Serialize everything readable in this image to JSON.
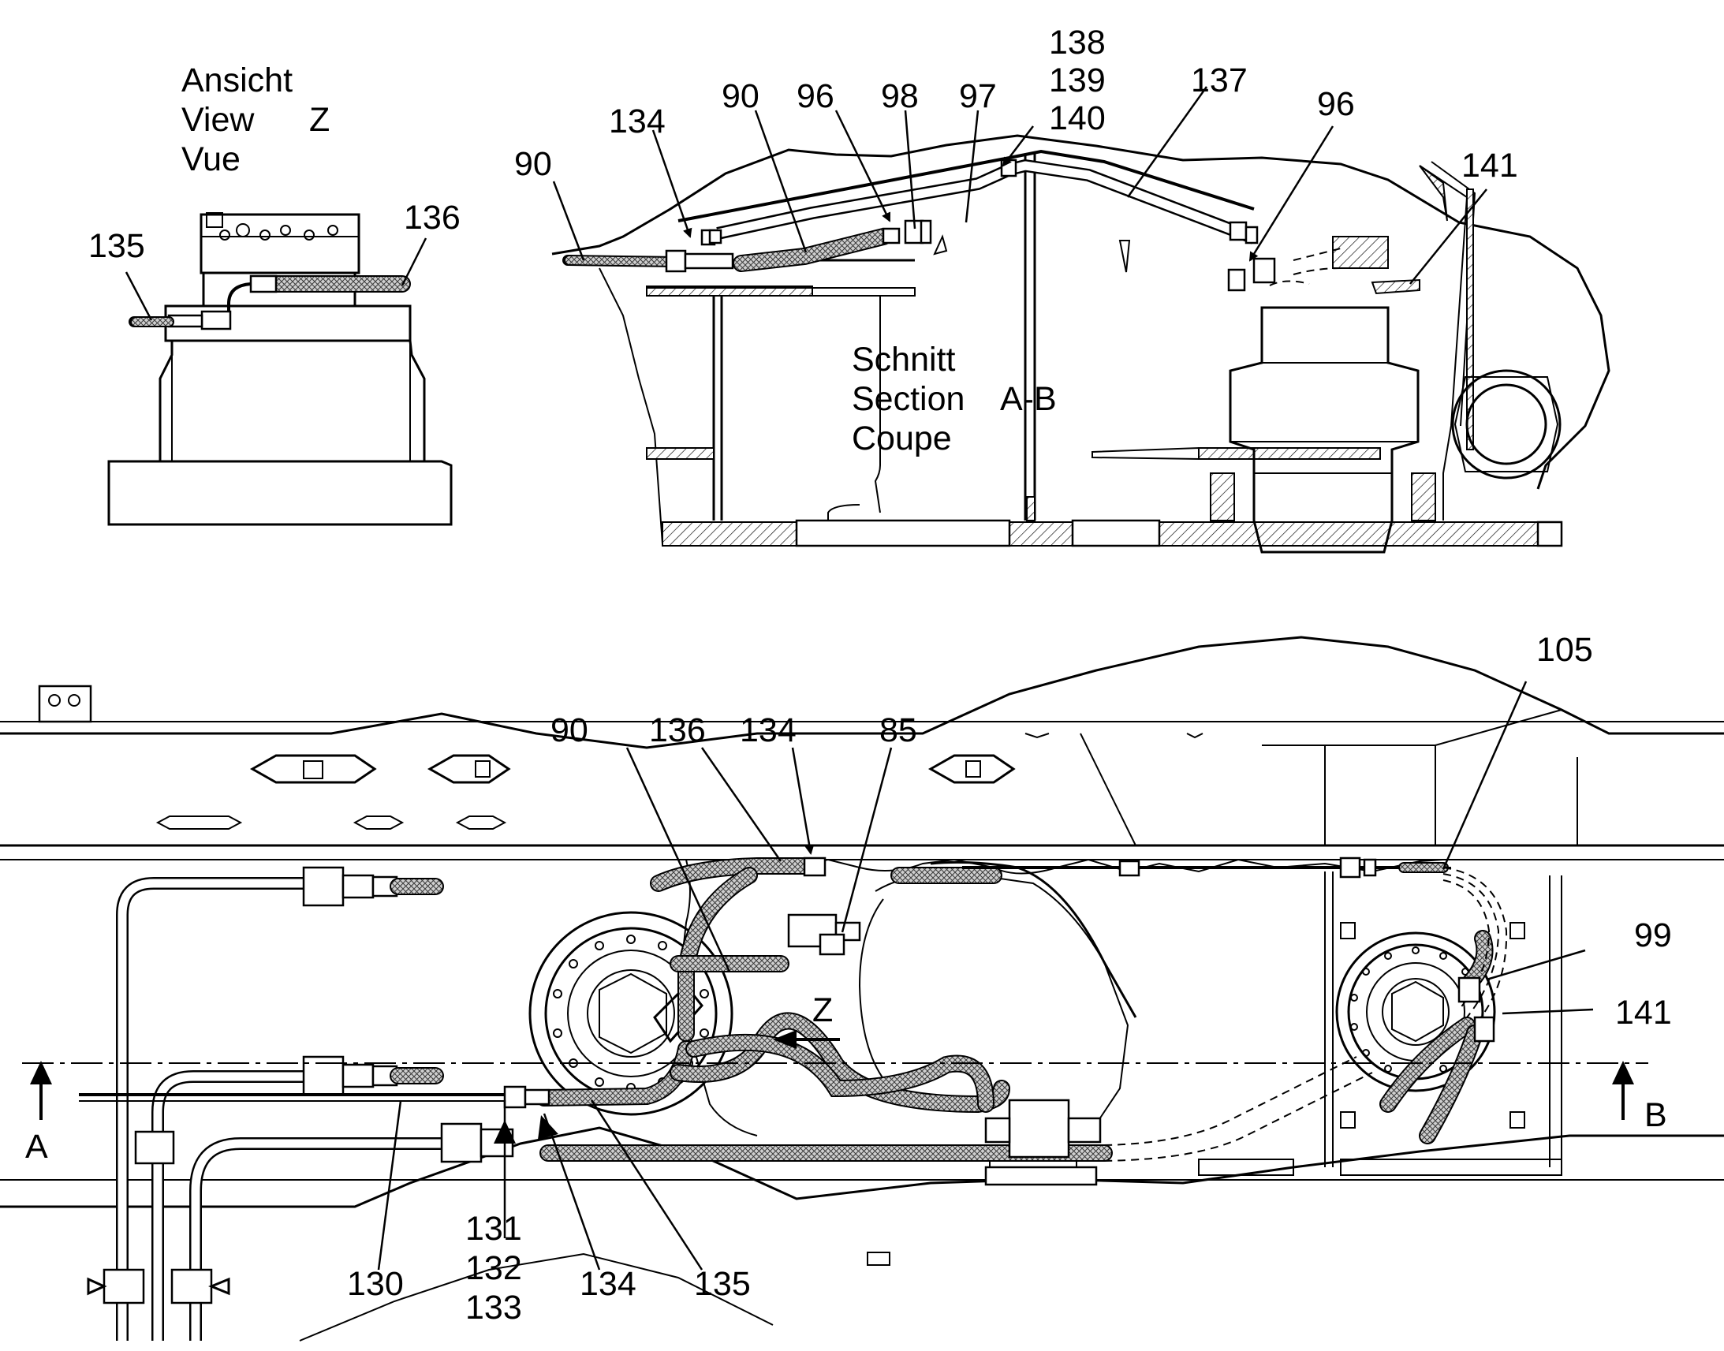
{
  "view_z": {
    "title_lines": [
      "Ansicht",
      "View",
      "Vue"
    ],
    "letter": "Z",
    "callouts": [
      "135",
      "136"
    ]
  },
  "section_ab": {
    "title_lines": [
      "Schnitt",
      "Section",
      "Coupe"
    ],
    "letter": "A-B",
    "callouts": {
      "c90a": "90",
      "c134": "134",
      "c90b": "90",
      "c96a": "96",
      "c98": "98",
      "c97": "97",
      "c138": "138",
      "c139": "139",
      "c140": "140",
      "c137": "137",
      "c96b": "96",
      "c141": "141"
    }
  },
  "main_view": {
    "callouts": {
      "c105": "105",
      "c90": "90",
      "c136": "136",
      "c134t": "134",
      "c85": "85",
      "c99": "99",
      "c141": "141",
      "cZ": "Z",
      "cA": "A",
      "cB": "B",
      "c130": "130",
      "c131": "131",
      "c132": "132",
      "c133": "133",
      "c134b": "134",
      "c135": "135"
    }
  }
}
